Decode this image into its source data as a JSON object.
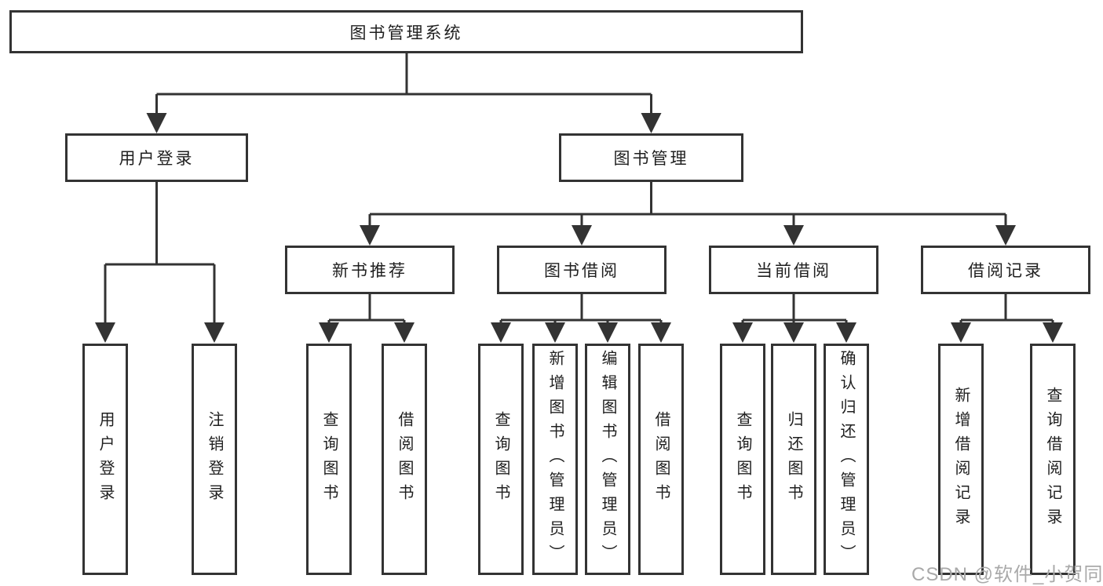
{
  "watermark": "CSDN @软件_小贺同学",
  "colors": {
    "line": "#333333",
    "text": "#1f1f1f",
    "watermark": "#a9a9a9",
    "background": "#ffffff"
  },
  "diagram": {
    "root": {
      "label": "图书管理系统"
    },
    "children": [
      {
        "label": "用户登录",
        "children": [
          {
            "label": "用户登录"
          },
          {
            "label": "注销登录"
          }
        ]
      },
      {
        "label": "图书管理",
        "children": [
          {
            "label": "新书推荐",
            "children": [
              {
                "label": "查询图书"
              },
              {
                "label": "借阅图书"
              }
            ]
          },
          {
            "label": "图书借阅",
            "children": [
              {
                "label": "查询图书"
              },
              {
                "label": "新增图书（管理员）"
              },
              {
                "label": "编辑图书（管理员）"
              },
              {
                "label": "借阅图书"
              }
            ]
          },
          {
            "label": "当前借阅",
            "children": [
              {
                "label": "查询图书"
              },
              {
                "label": "归还图书"
              },
              {
                "label": "确认归还（管理员）"
              }
            ]
          },
          {
            "label": "借阅记录",
            "children": [
              {
                "label": "新增借阅记录"
              },
              {
                "label": "查询借阅记录"
              }
            ]
          }
        ]
      }
    ]
  }
}
